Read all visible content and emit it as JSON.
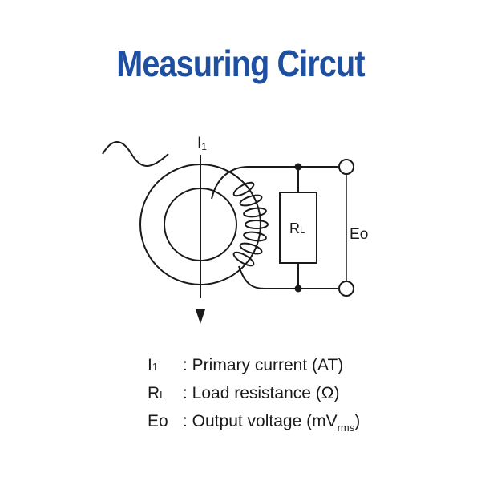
{
  "title": "Measuring Circut",
  "diagram": {
    "current_label": {
      "main": "I",
      "sub": "1"
    },
    "resistor_label": {
      "main": "R",
      "sub": "L"
    },
    "output_label": {
      "main": "E",
      "sub": "o"
    }
  },
  "legend": [
    {
      "symbol": "I",
      "symbol_sub": "1",
      "description": ": Primary current (AT)",
      "description_sub": ""
    },
    {
      "symbol": "R",
      "symbol_sub": "L",
      "description": ": Load resistance (Ω)",
      "description_sub": ""
    },
    {
      "symbol": "Eo",
      "symbol_sub": "",
      "description": ": Output voltage (mV",
      "description_sub": "rms",
      "description_tail": ")"
    }
  ]
}
